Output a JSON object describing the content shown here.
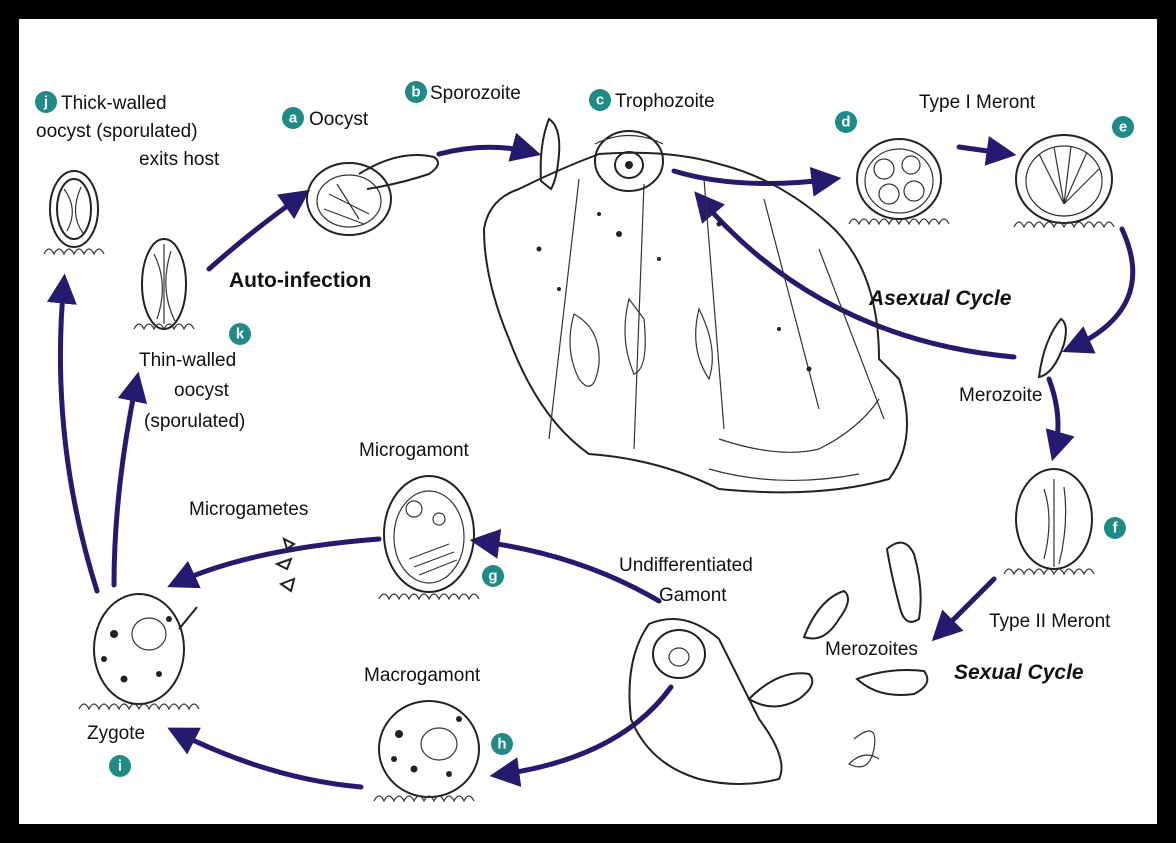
{
  "labels": {
    "a": "Oocyst",
    "b": "Sporozoite",
    "c": "Trophozoite",
    "d": "Type I Meront",
    "f": "Type II Meront",
    "g": "Microgamont",
    "h": "Macrogamont",
    "i": "Zygote",
    "j_line1": "Thick-walled",
    "j_line2": "oocyst (sporulated)",
    "j_line3": "exits host",
    "k_line1": "Thin-walled",
    "k_line2": "oocyst",
    "k_line3": "(sporulated)",
    "merozoite": "Merozoite",
    "merozoites": "Merozoites",
    "microgametes": "Microgametes",
    "undiff_line1": "Undifferentiated",
    "undiff_line2": "Gamont",
    "auto_infection": "Auto-infection",
    "asexual_cycle": "Asexual Cycle",
    "sexual_cycle": "Sexual Cycle"
  },
  "badges": {
    "a": "a",
    "b": "b",
    "c": "c",
    "d": "d",
    "e": "e",
    "f": "f",
    "g": "g",
    "h": "h",
    "i": "i",
    "j": "j",
    "k": "k"
  },
  "colors": {
    "badge": "#1f8a86",
    "arrow": "#241a6e",
    "frame": "#000000"
  }
}
